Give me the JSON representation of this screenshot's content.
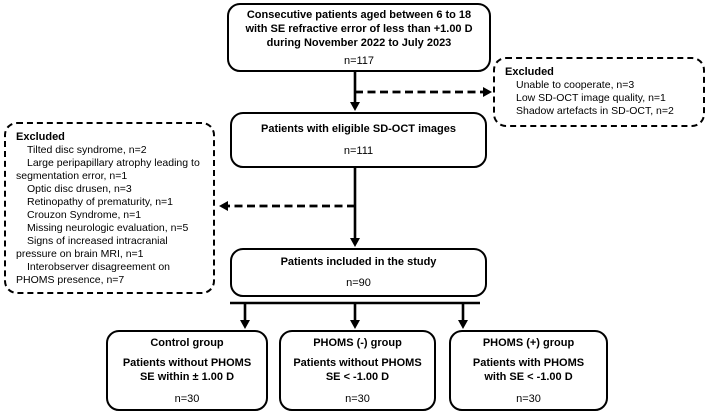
{
  "diagram": {
    "colors": {
      "line": "#000000",
      "background": "#ffffff"
    },
    "top_box": {
      "lines": [
        "Consecutive patients aged between 6 to 18",
        "with SE refractive error of less than +1.00 D",
        "during November 2022 to July 2023"
      ],
      "n": "n=117"
    },
    "excluded_right": {
      "title": "Excluded",
      "items": [
        "Unable to cooperate, n=3",
        "Low SD-OCT image quality, n=1",
        "Shadow artefacts in SD-OCT, n=2"
      ]
    },
    "eligible_box": {
      "title": "Patients with eligible SD-OCT images",
      "n": "n=111"
    },
    "excluded_left": {
      "title": "Excluded",
      "items": [
        "Tilted disc syndrome, n=2",
        "Large peripapillary atrophy leading to segmentation error, n=1",
        "Optic disc drusen, n=3",
        "Retinopathy of prematurity, n=1",
        "Crouzon Syndrome, n=1",
        "Missing neurologic evaluation, n=5",
        "Signs of increased intracranial pressure on brain MRI, n=1",
        "Interobserver disagreement on PHOMS presence, n=7"
      ]
    },
    "included_box": {
      "title": "Patients included in the study",
      "n": "n=90"
    },
    "groups": [
      {
        "title": "Control group",
        "lines": [
          "Patients without PHOMS",
          "SE within ± 1.00 D"
        ],
        "n": "n=30"
      },
      {
        "title": "PHOMS (-) group",
        "lines": [
          "Patients without PHOMS",
          "SE < -1.00 D"
        ],
        "n": "n=30"
      },
      {
        "title": "PHOMS (+) group",
        "lines": [
          "Patients with PHOMS",
          "with SE < -1.00 D"
        ],
        "n": "n=30"
      }
    ]
  }
}
